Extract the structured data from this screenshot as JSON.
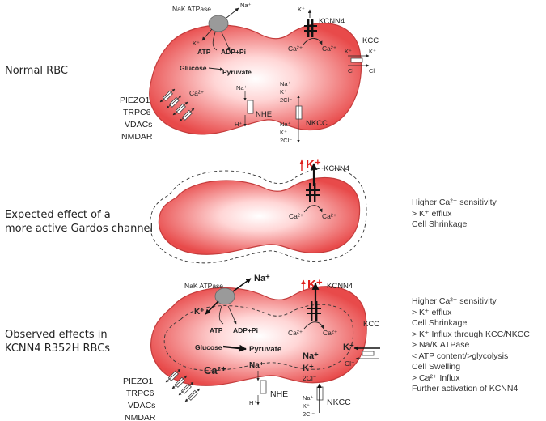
{
  "rows": [
    {
      "label_lines": [
        "Normal RBC"
      ]
    },
    {
      "label_lines": [
        "Expected effect of  a",
        "more active Gardos channel"
      ]
    },
    {
      "label_lines": [
        "Observed effects in",
        "KCNN4 R352H  RBCs"
      ]
    }
  ],
  "cell1": {
    "nak_atpase": "NaK ATPase",
    "na_out": "Na+",
    "k_in": "K+",
    "atp": "ATP",
    "adp": "ADP+Pi",
    "glucose": "Glucose",
    "pyruvate": "Pyruvate",
    "kcnn4": "KCNN4",
    "k_top": "K+",
    "ca_a": "Ca2+",
    "ca_b": "Ca2+",
    "kcc": "KCC",
    "kcc_k1": "K+",
    "kcc_k2": "K+",
    "kcc_cl1": "Cl-",
    "kcc_cl2": "Cl-",
    "channels": [
      "PIEZO1",
      "TRPC6",
      "VDACs",
      "NMDAR"
    ],
    "ca_ch": "Ca2+",
    "nhe": "NHE",
    "nhe_na": "Na+",
    "nhe_h": "H+",
    "nkcc": "NKCC",
    "nkcc_in": [
      "Na+",
      "K+",
      "2Cl-"
    ],
    "nkcc_out": [
      "Na+",
      "K+",
      "2Cl-"
    ]
  },
  "cell2": {
    "k_up": "K+",
    "kcnn4": "KCNN4",
    "ca_a": "Ca2+",
    "ca_b": "Ca2+",
    "notes": [
      "Higher Ca2+ sensitivity",
      "> K+ efflux",
      "Cell Shrinkage"
    ]
  },
  "cell3": {
    "nak_atpase": "NaK ATPase",
    "na_out": "Na+",
    "k_in": "K+",
    "atp": "ATP",
    "adp": "ADP+Pi",
    "glucose": "Glucose",
    "pyruvate": "Pyruvate",
    "k_up": "K+",
    "kcnn4": "KCNN4",
    "ca_a": "Ca2+",
    "ca_b": "Ca2+",
    "kcc": "KCC",
    "kcc_k1": "K+",
    "kcc_cl1": "Cl-",
    "channels": [
      "PIEZO1",
      "TRPC6",
      "VDACs",
      "NMDAR"
    ],
    "ca_big": "Ca2+",
    "nhe": "NHE",
    "nhe_na": "Na+",
    "nhe_h": "H+",
    "nkcc": "NKCC",
    "ion_na": "Na+",
    "ion_k": "K+",
    "ion_cl": "2Cl-",
    "nkcc_out": [
      "Na+",
      "K+",
      "2Cl-"
    ],
    "notes": [
      "Higher Ca2+ sensitivity",
      "> K+ efflux",
      "Cell Shrinkage",
      "> K+ Influx through KCC/NKCC",
      "> Na/K ATPase",
      "< ATP content/>glycolysis",
      "Cell Swelling",
      "> Ca2+ Influx",
      "Further activation of KCNN4"
    ]
  },
  "colors": {
    "membrane": "#c43c3c",
    "fill_edge": "#e84a4a",
    "fill_center": "#ffffff",
    "highlight": "#e0201c"
  }
}
